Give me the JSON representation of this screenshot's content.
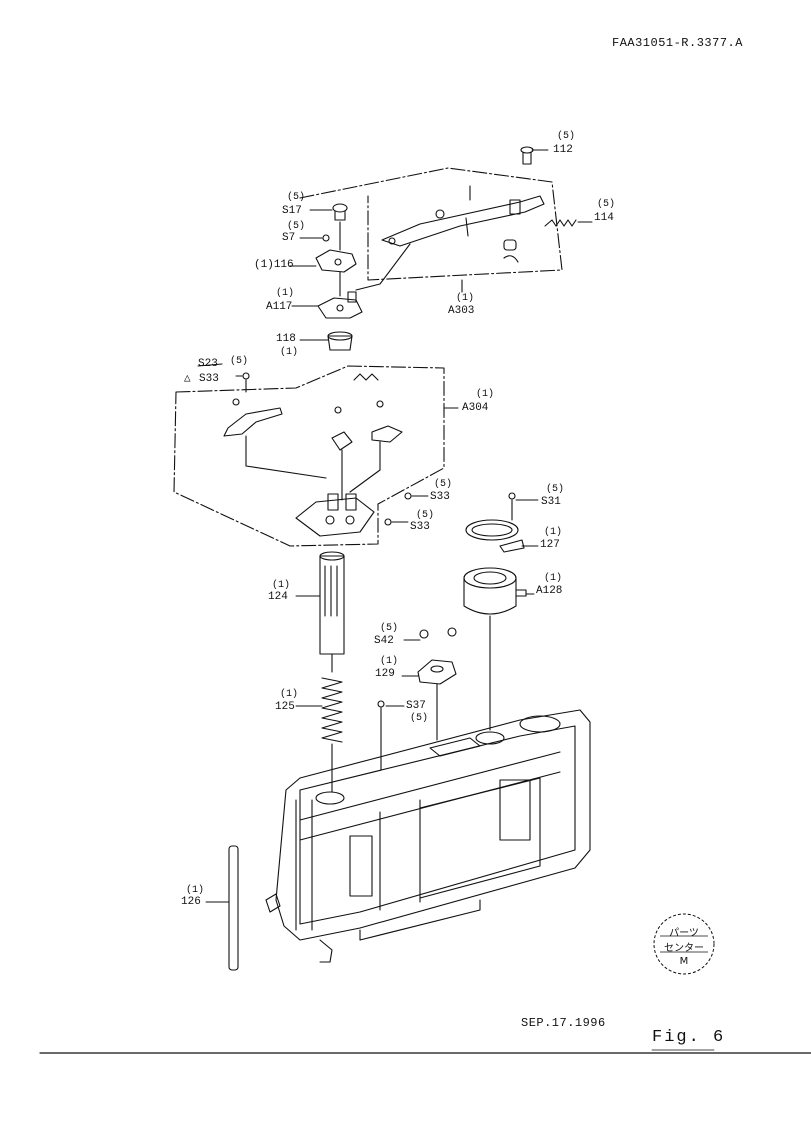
{
  "document": {
    "ref_code": "FAA31051-R.3377.A",
    "date": "SEP.17.1996",
    "figure": "Fig. 6"
  },
  "parts": [
    {
      "key": "p112",
      "qty": "(5)",
      "code": "112"
    },
    {
      "key": "p114",
      "qty": "(5)",
      "code": "114"
    },
    {
      "key": "pS17",
      "qty": "(5)",
      "code": "S17"
    },
    {
      "key": "pS7",
      "qty": "(5)",
      "code": "S7"
    },
    {
      "key": "p116",
      "qty": "(1)",
      "code": "116"
    },
    {
      "key": "pA117",
      "qty": "(1)",
      "code": "A117"
    },
    {
      "key": "pA303",
      "qty": "(1)",
      "code": "A303"
    },
    {
      "key": "p118",
      "qty": "(1)",
      "code": "118"
    },
    {
      "key": "pS33a",
      "qty": "(5)",
      "code": "S33"
    },
    {
      "key": "pA304",
      "qty": "(1)",
      "code": "A304"
    },
    {
      "key": "pS33b",
      "qty": "(5)",
      "code": "S33"
    },
    {
      "key": "pS33c",
      "qty": "(5)",
      "code": "S33"
    },
    {
      "key": "pS31",
      "qty": "(5)",
      "code": "S31"
    },
    {
      "key": "p127",
      "qty": "(1)",
      "code": "127"
    },
    {
      "key": "p124",
      "qty": "(1)",
      "code": "124"
    },
    {
      "key": "pA128",
      "qty": "(1)",
      "code": "A128"
    },
    {
      "key": "pS42",
      "qty": "(5)",
      "code": "S42"
    },
    {
      "key": "p129",
      "qty": "(1)",
      "code": "129"
    },
    {
      "key": "pS37",
      "qty": "(5)",
      "code": "S37"
    },
    {
      "key": "p125",
      "qty": "(1)",
      "code": "125"
    },
    {
      "key": "p126",
      "qty": "(1)",
      "code": "126"
    }
  ],
  "annotations": {
    "struck_code": "S23",
    "triangle": "△"
  },
  "stamp": {
    "line1": "パーツ",
    "line2": "センター",
    "line3": "M"
  }
}
